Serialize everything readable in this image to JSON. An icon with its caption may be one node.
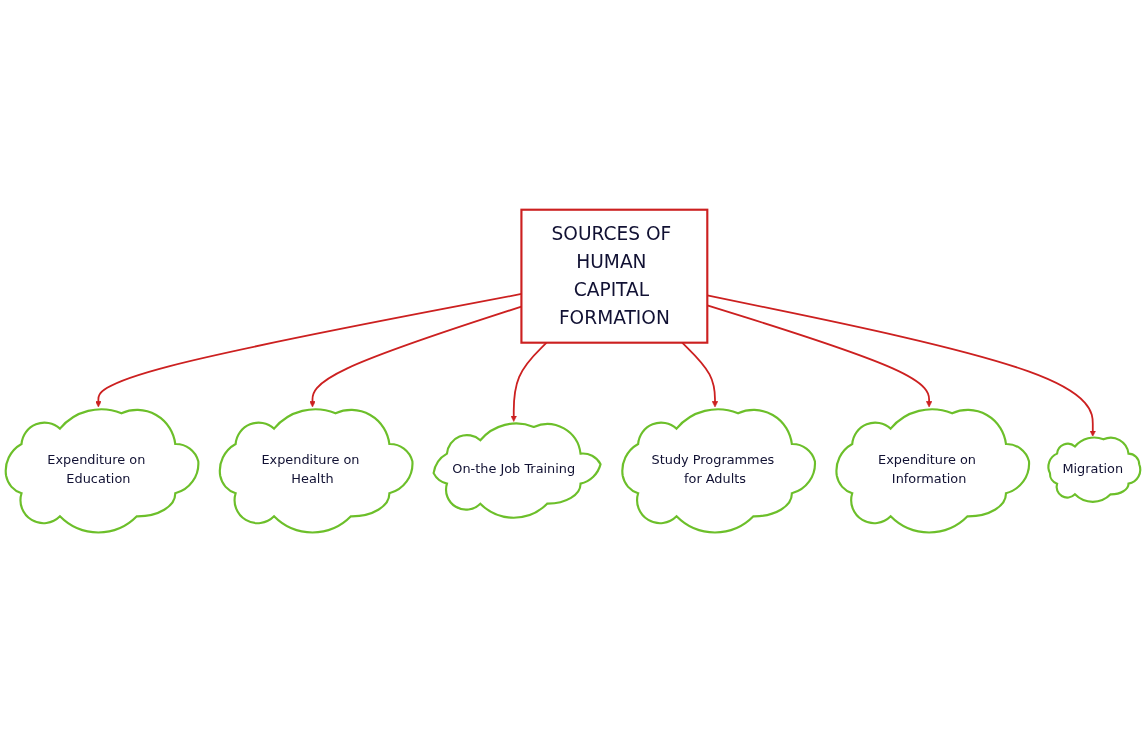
{
  "diagram": {
    "nodes": [
      {
        "text": [
          "SOURCES OF HUMAN CAPITAL FORMATION"
        ]
      },
      {
        "text": [
          "Expenditure on Education"
        ]
      },
      {
        "text": [
          "Expenditure on Health"
        ]
      },
      {
        "text": [
          "On-the Job Training"
        ]
      },
      {
        "text": [
          "Study Programmes for Adults"
        ]
      },
      {
        "text": [
          "Expenditure on Information"
        ]
      },
      {
        "text": [
          "Migration"
        ]
      }
    ],
    "edges": [
      {
        "from": 0,
        "to": 1,
        "arrow": "to"
      },
      {
        "from": 0,
        "to": 2,
        "arrow": "to"
      },
      {
        "from": 0,
        "to": 3,
        "arrow": "to"
      },
      {
        "from": 0,
        "to": 4,
        "arrow": "to"
      },
      {
        "from": 0,
        "to": 5,
        "arrow": "to"
      },
      {
        "from": 0,
        "to": 6,
        "arrow": "to"
      }
    ]
  }
}
